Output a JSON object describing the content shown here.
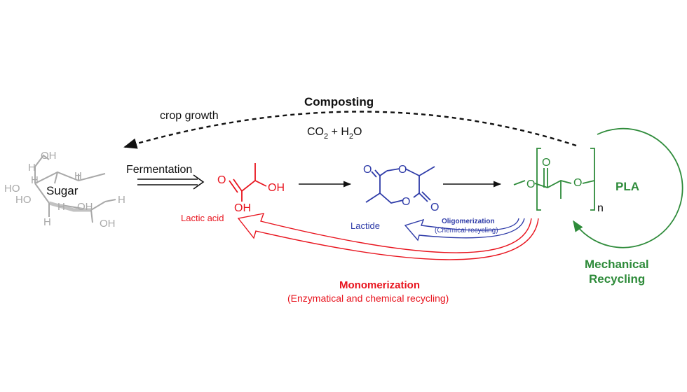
{
  "cycle": {
    "composting": "Composting",
    "crop_growth": "crop growth",
    "co2_h2o": {
      "co": "CO",
      "sub2": "2",
      "plus_h": " + H",
      "sub2b": "2",
      "o": "O"
    }
  },
  "sugar": {
    "label": "Sugar",
    "atoms": [
      "OH",
      "H",
      "HO",
      "H",
      "HO",
      "H",
      "H",
      "OH",
      "H",
      "H",
      "OH"
    ]
  },
  "fermentation": {
    "label": "Fermentation"
  },
  "lactic_acid": {
    "label": "Lactic acid",
    "atoms": [
      "O",
      "OH",
      "OH"
    ]
  },
  "lactide": {
    "label": "Lactide",
    "atoms": [
      "O",
      "O",
      "O",
      "O"
    ]
  },
  "pla": {
    "label": "PLA",
    "atoms": [
      "O",
      "O",
      "O"
    ],
    "subscript": "n"
  },
  "oligomerization": {
    "title": "Oligomerization",
    "subtitle": "(Chemical recycling)"
  },
  "monomerization": {
    "title": "Monomerization",
    "subtitle": "(Enzymatical and chemical recycling)"
  },
  "mechanical": {
    "line1": "Mechanical",
    "line2": "Recycling"
  },
  "colors": {
    "lactic": "#e8141e",
    "lactide": "#2e3ba8",
    "pla": "#2e8b3a",
    "sugar": "#a8a8a8",
    "text": "#111111"
  }
}
